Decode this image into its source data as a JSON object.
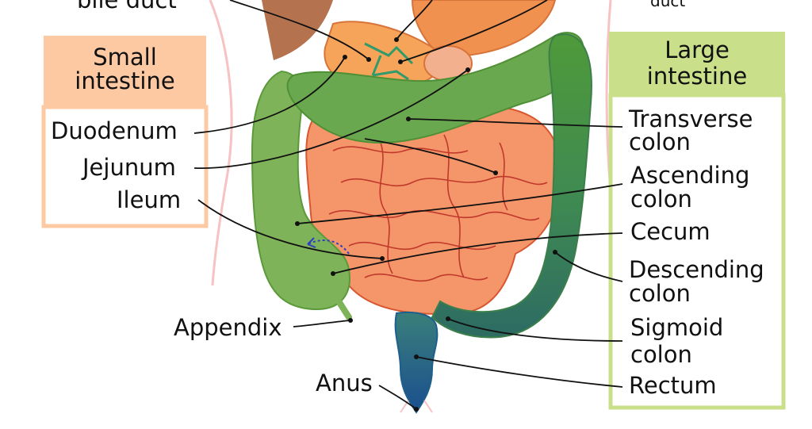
{
  "diagram": {
    "top_labels": {
      "bile_duct": "bile duct",
      "duct": "duct"
    },
    "small_intestine": {
      "title_line1": "Small",
      "title_line2": "intestine",
      "parts": {
        "duodenum": "Duodenum",
        "jejunum": "Jejunum",
        "ileum": "Ileum"
      }
    },
    "large_intestine": {
      "title_line1": "Large",
      "title_line2": "intestine",
      "parts": {
        "transverse_1": "Transverse",
        "transverse_2": "colon",
        "ascending_1": "Ascending",
        "ascending_2": "colon",
        "cecum": "Cecum",
        "descending_1": "Descending",
        "descending_2": "colon",
        "sigmoid_1": "Sigmoid",
        "sigmoid_2": "colon",
        "rectum": "Rectum"
      }
    },
    "other_labels": {
      "appendix": "Appendix",
      "anus": "Anus"
    },
    "colors": {
      "small_box_header": "#fcc9a3",
      "small_box_border": "#fcc9a3",
      "large_box_header": "#c9df8a",
      "large_box_border": "#c9df8a",
      "intestine_fill": "#f4956a",
      "intestine_vessel": "#c0392b",
      "colon_green": "#6aa84f",
      "colon_dark": "#2e6b55",
      "rectum_blue": "#1f5f8b",
      "body_outline": "#f6c2c2",
      "leader_line": "#111111"
    }
  }
}
